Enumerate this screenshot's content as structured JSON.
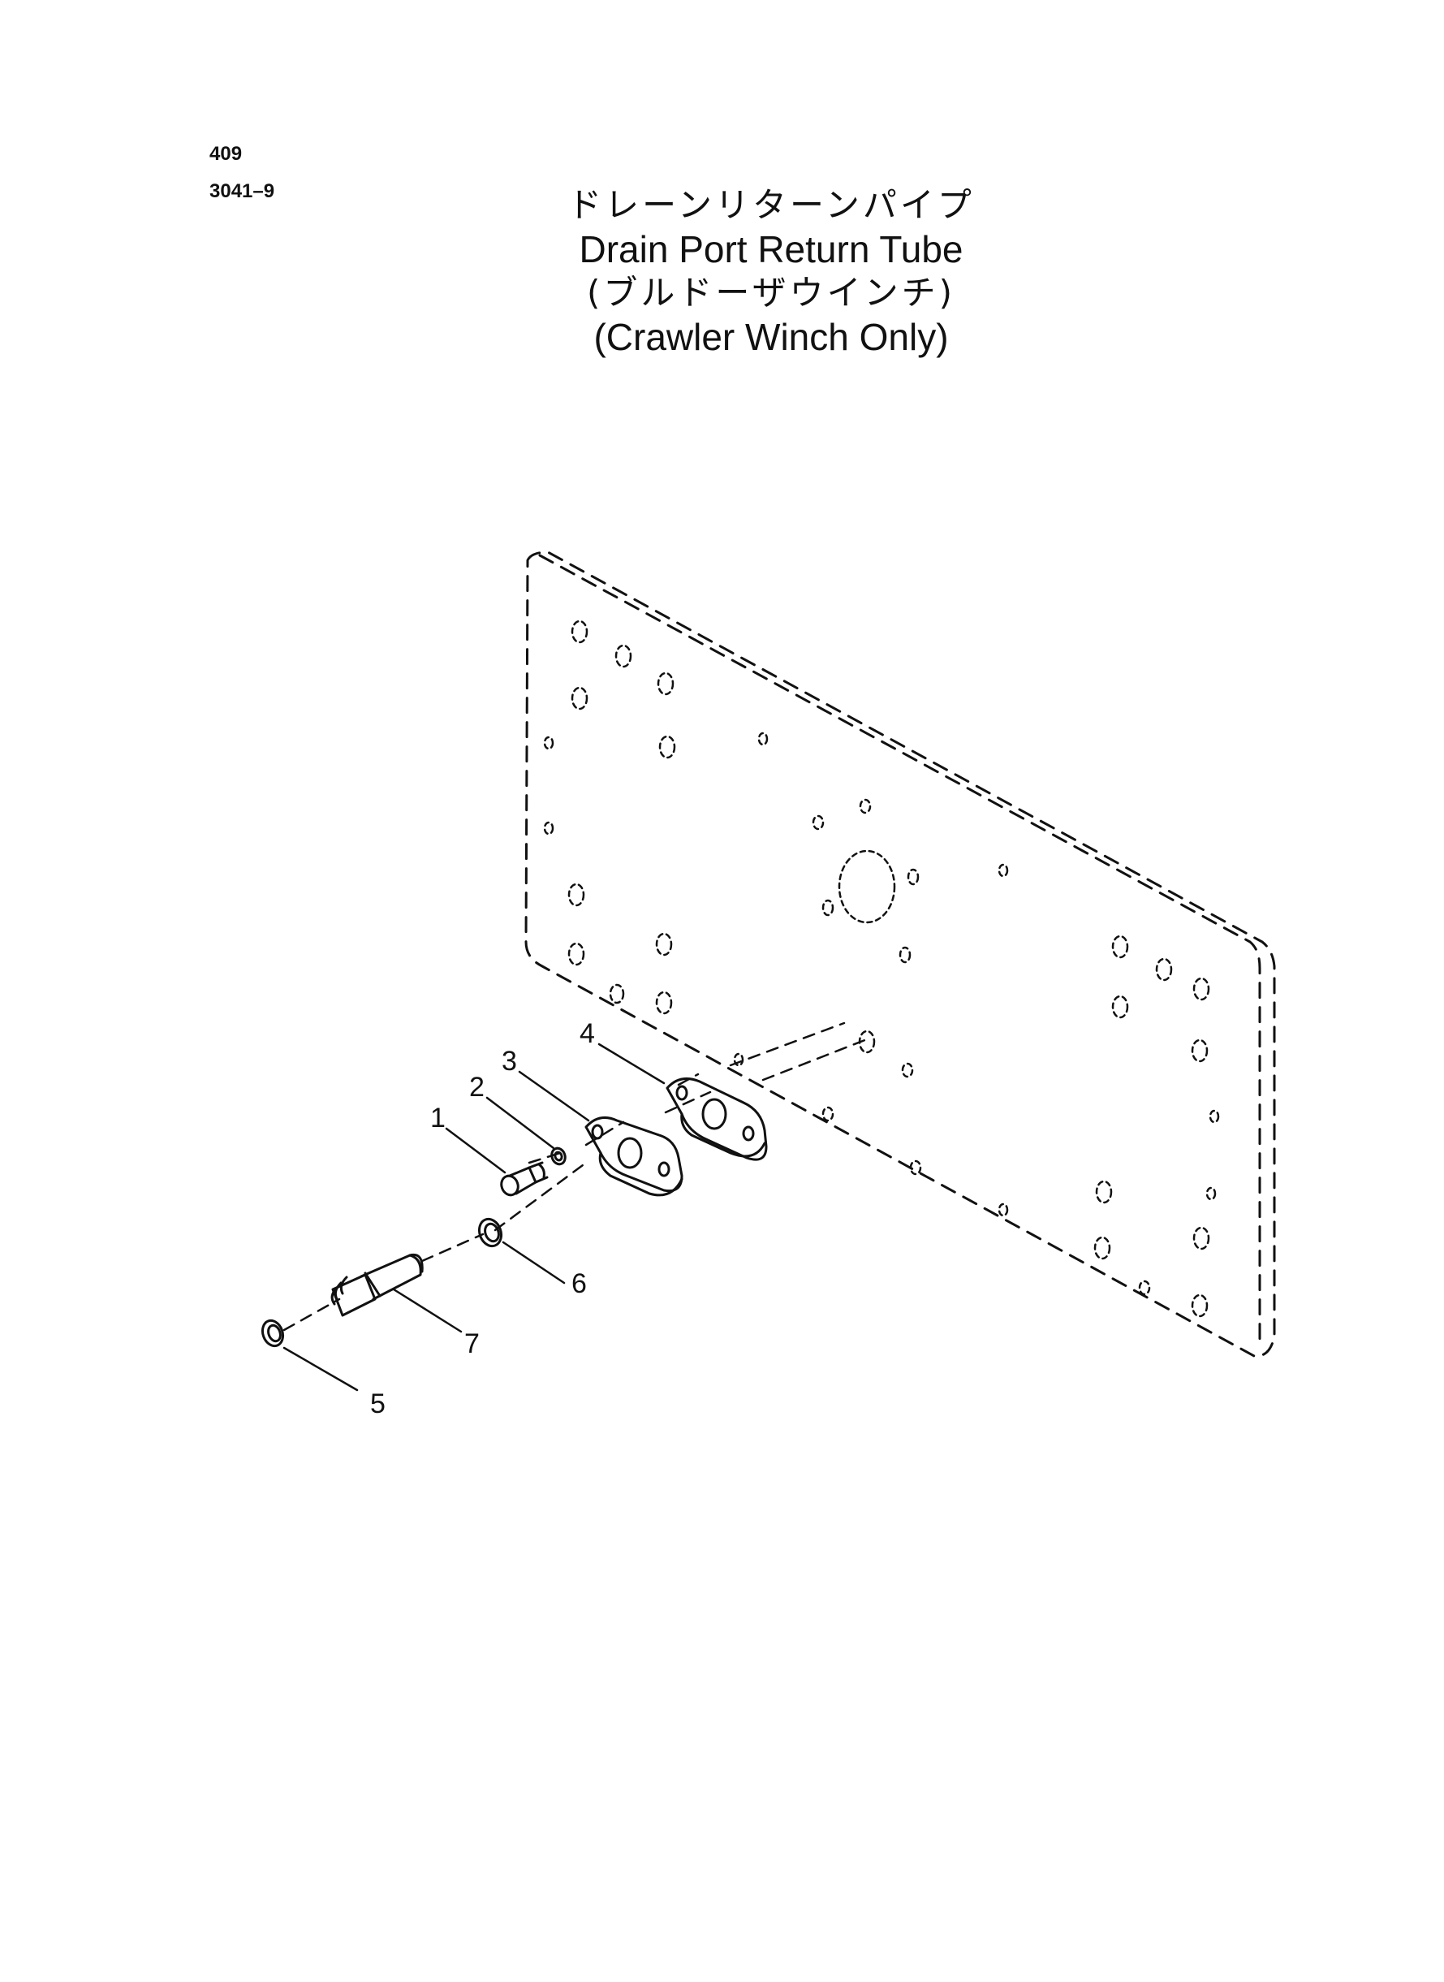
{
  "header": {
    "page_number": "409",
    "section_code": "3041–9"
  },
  "title": {
    "japanese": "ドレーンリターンパイプ",
    "english": "Drain Port Return Tube",
    "japanese_sub": "(ブルドーザウインチ)",
    "english_sub": "(Crawler Winch Only)"
  },
  "callouts": [
    "1",
    "2",
    "3",
    "4",
    "5",
    "6",
    "7"
  ],
  "components": [
    {
      "callout": "1",
      "icon": "bolt-icon"
    },
    {
      "callout": "2",
      "icon": "washer-icon"
    },
    {
      "callout": "3",
      "icon": "flange-icon"
    },
    {
      "callout": "4",
      "icon": "gasket-icon"
    },
    {
      "callout": "5",
      "icon": "o-ring-icon"
    },
    {
      "callout": "6",
      "icon": "o-ring-icon"
    },
    {
      "callout": "7",
      "icon": "adapter-fitting-icon"
    }
  ],
  "colors": {
    "line": "#111111",
    "background": "#ffffff"
  }
}
